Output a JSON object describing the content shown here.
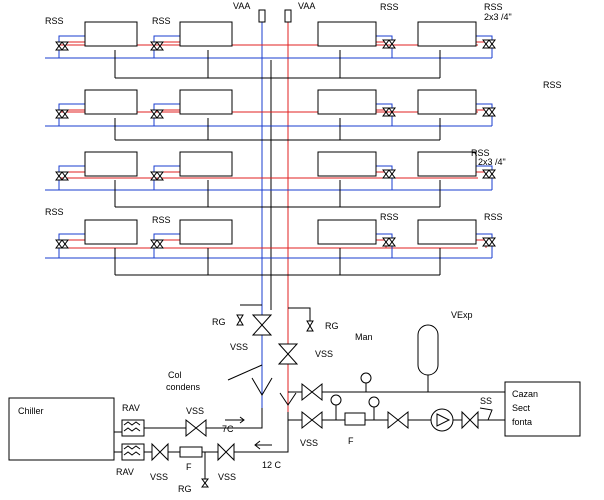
{
  "labels": {
    "rss": "RSS",
    "rss_2x3": "2x3 /4\"",
    "vaa": "VAA",
    "rg": "RG",
    "vss": "VSS",
    "man": "Man",
    "vexp": "VExp",
    "col_line1": "Col",
    "col_line2": "condens",
    "chiller": "Chiller",
    "rav": "RAV",
    "filter": "F",
    "ss": "SS",
    "boiler_line1": "Cazan",
    "boiler_line2": "Sect",
    "boiler_line3": "fonta",
    "temp_supply": "7C",
    "temp_return": "12 C"
  },
  "colors": {
    "supply_line": "#e02020",
    "return_line": "#1a3ccf",
    "drain_line": "#000000"
  }
}
